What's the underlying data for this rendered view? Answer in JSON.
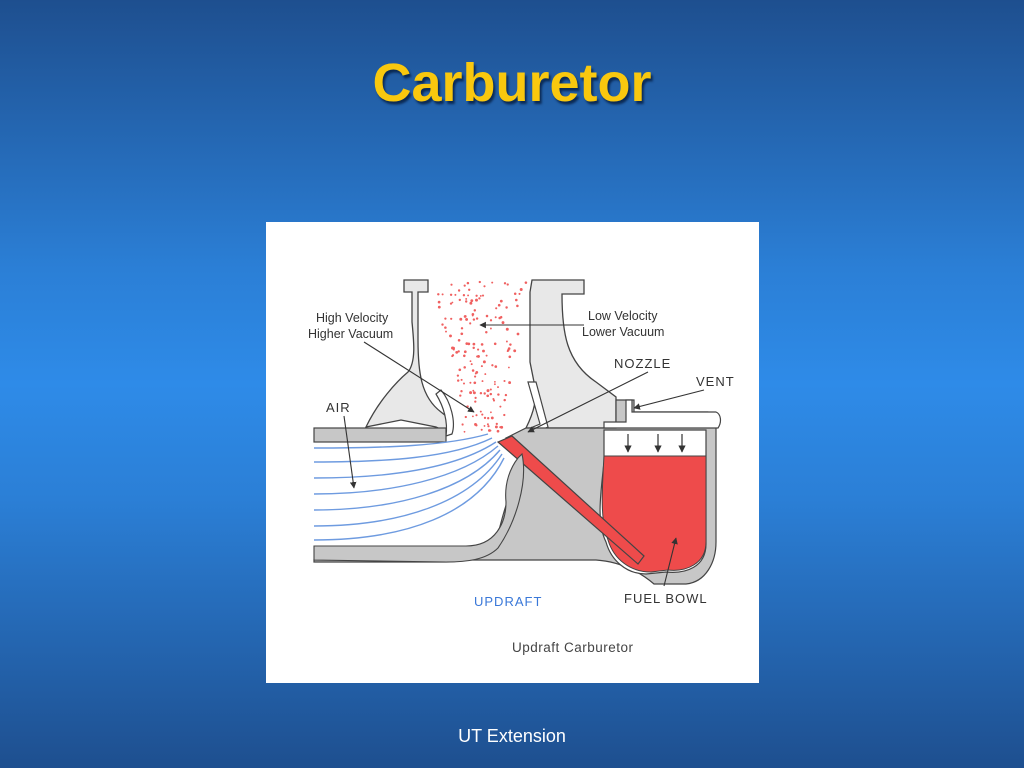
{
  "slide": {
    "title": "Carburetor",
    "footer": "UT Extension"
  },
  "diagram": {
    "labels": {
      "high_velocity_line1": "High Velocity",
      "high_velocity_line2": "Higher Vacuum",
      "low_velocity_line1": "Low Velocity",
      "low_velocity_line2": "Lower Vacuum",
      "nozzle": "NOZZLE",
      "vent": "VENT",
      "air": "AIR",
      "updraft": "UPDRAFT",
      "fuel_bowl": "FUEL BOWL",
      "caption": "Updraft Carburetor"
    },
    "colors": {
      "body_gray": "#c7c7c7",
      "fuel_red": "#ee4b4b",
      "air_blue": "#6e9be0",
      "spray_red": "#f06060"
    }
  }
}
